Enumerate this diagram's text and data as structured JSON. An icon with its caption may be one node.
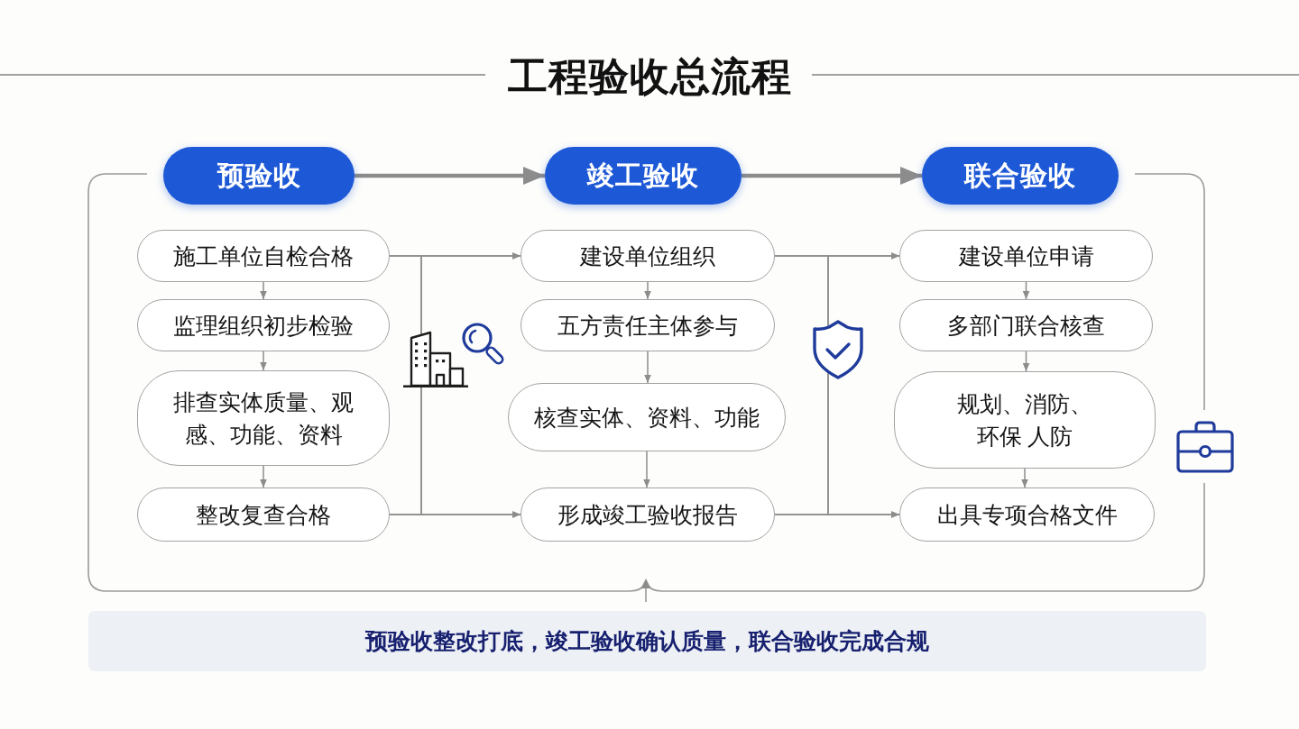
{
  "diagram": {
    "title": "工程验收总流程",
    "nodes": [
      {
        "text": [
          "预验收"
        ]
      },
      {
        "text": [
          "竣工验收"
        ]
      },
      {
        "text": [
          "联合验收"
        ]
      },
      {
        "text": [
          "施工单位自检合格"
        ]
      },
      {
        "text": [
          "监理组织初步检验"
        ]
      },
      {
        "text": [
          "排查实体质量、观感、功能、资料"
        ]
      },
      {
        "text": [
          "整改复查合格"
        ]
      },
      {
        "text": [
          "建设单位组织"
        ]
      },
      {
        "text": [
          "五方责任主体参与"
        ]
      },
      {
        "text": [
          "核查实体、资料、功能"
        ]
      },
      {
        "text": [
          "形成竣工验收报告"
        ]
      },
      {
        "text": [
          "建设单位申请"
        ]
      },
      {
        "text": [
          "多部门联合核查"
        ]
      },
      {
        "text": [
          "规划、消防、环保 人防"
        ]
      },
      {
        "text": [
          "出具专项合格文件"
        ]
      },
      {
        "text": [
          "预验收整改打底，竣工验收确认质量，联合验收完成合规"
        ]
      }
    ],
    "edges": [
      {
        "from": 0,
        "to": 1,
        "arrow": "to",
        "style": "thick"
      },
      {
        "from": 1,
        "to": 2,
        "arrow": "to",
        "style": "thick"
      },
      {
        "from": 3,
        "to": 4,
        "arrow": "to"
      },
      {
        "from": 4,
        "to": 5,
        "arrow": "to"
      },
      {
        "from": 5,
        "to": 6,
        "arrow": "to"
      },
      {
        "from": 3,
        "to": 7,
        "arrow": "to"
      },
      {
        "from": 3,
        "to": 10,
        "arrow": "to"
      },
      {
        "from": 6,
        "to": 7,
        "arrow": "to"
      },
      {
        "from": 6,
        "to": 10,
        "arrow": "to"
      },
      {
        "from": 7,
        "to": 8,
        "arrow": "to"
      },
      {
        "from": 8,
        "to": 9,
        "arrow": "to"
      },
      {
        "from": 9,
        "to": 10,
        "arrow": "to"
      },
      {
        "from": 7,
        "to": 11,
        "arrow": "to"
      },
      {
        "from": 7,
        "to": 14,
        "arrow": "to"
      },
      {
        "from": 10,
        "to": 11,
        "arrow": "to"
      },
      {
        "from": 10,
        "to": 14,
        "arrow": "to"
      },
      {
        "from": 11,
        "to": 12,
        "arrow": "to"
      },
      {
        "from": 12,
        "to": 13,
        "arrow": "to"
      },
      {
        "from": 13,
        "to": 14,
        "arrow": "to"
      }
    ]
  }
}
